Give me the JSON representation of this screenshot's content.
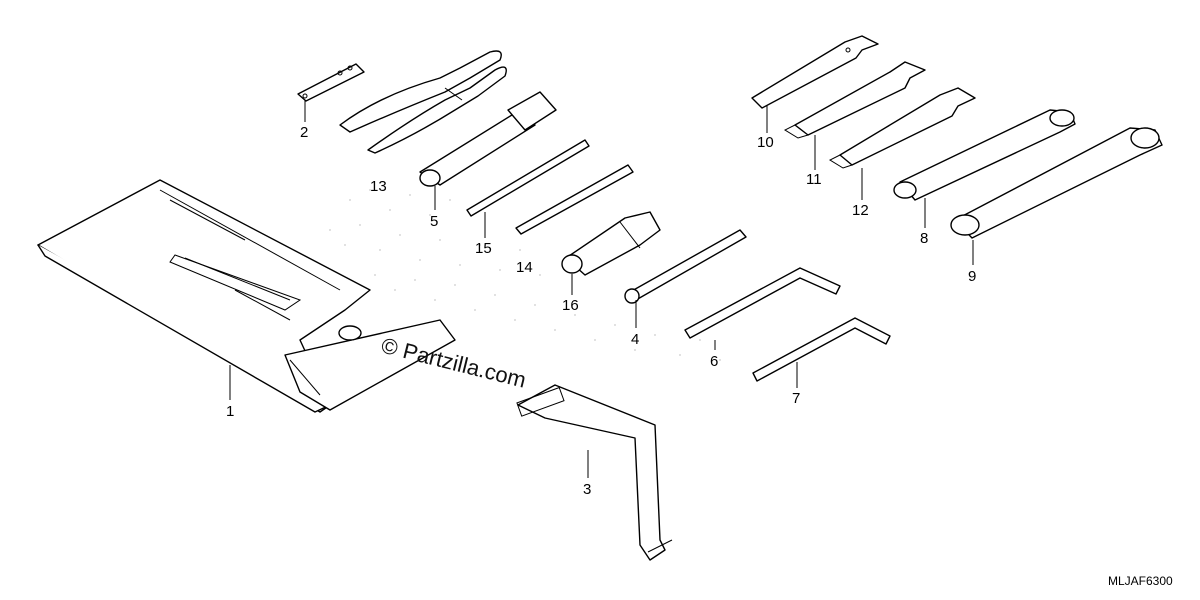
{
  "watermark": "© Partzilla.com",
  "diagram_code": "MLJAF6300",
  "callouts": {
    "c1": "1",
    "c2": "2",
    "c3": "3",
    "c4": "4",
    "c5": "5",
    "c6": "6",
    "c7": "7",
    "c8": "8",
    "c9": "9",
    "c10": "10",
    "c11": "11",
    "c12": "12",
    "c13": "13",
    "c14": "14",
    "c15": "15",
    "c16": "16"
  }
}
